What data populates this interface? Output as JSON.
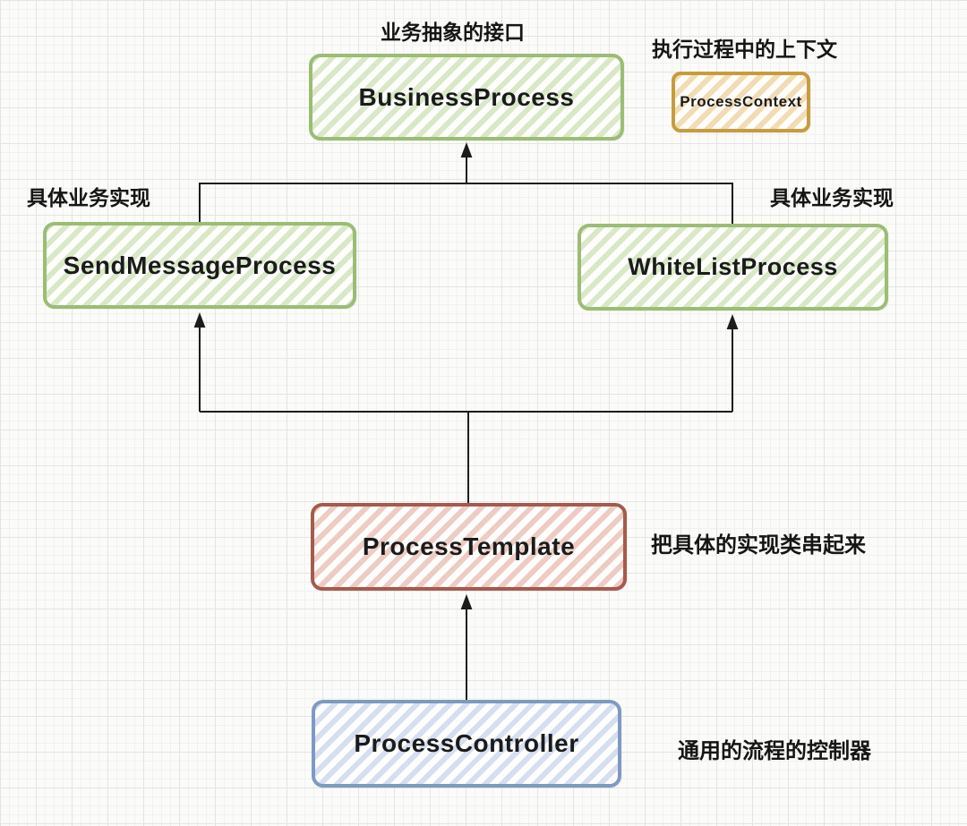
{
  "page": {
    "background_color": "#fbfbf9",
    "connector_color": "#1c1c1c"
  },
  "annotations": {
    "business_interface": {
      "text": "业务抽象的接口"
    },
    "execution_context": {
      "text": "执行过程中的上下文"
    },
    "concrete_impl_left": {
      "text": "具体业务实现"
    },
    "concrete_impl_right": {
      "text": "具体业务实现"
    },
    "template_note": {
      "text": "把具体的实现类串起来"
    },
    "controller_note": {
      "text": "通用的流程的控制器"
    }
  },
  "nodes": {
    "business_process": {
      "label": "BusinessProcess",
      "border_color": "#9bbd74",
      "hatch_color": "#d9e8c6"
    },
    "process_context": {
      "label": "ProcessContext",
      "border_color": "#c89b3c",
      "hatch_color": "#f2dcb3"
    },
    "send_message_process": {
      "label": "SendMessageProcess",
      "border_color": "#9bbd74",
      "hatch_color": "#d9e8c6"
    },
    "white_list_process": {
      "label": "WhiteListProcess",
      "border_color": "#9bbd74",
      "hatch_color": "#d9e8c6"
    },
    "process_template": {
      "label": "ProcessTemplate",
      "border_color": "#a65a4d",
      "hatch_color": "#eeccc4"
    },
    "process_controller": {
      "label": "ProcessController",
      "border_color": "#7e9ac1",
      "hatch_color": "#d6dff1"
    }
  }
}
